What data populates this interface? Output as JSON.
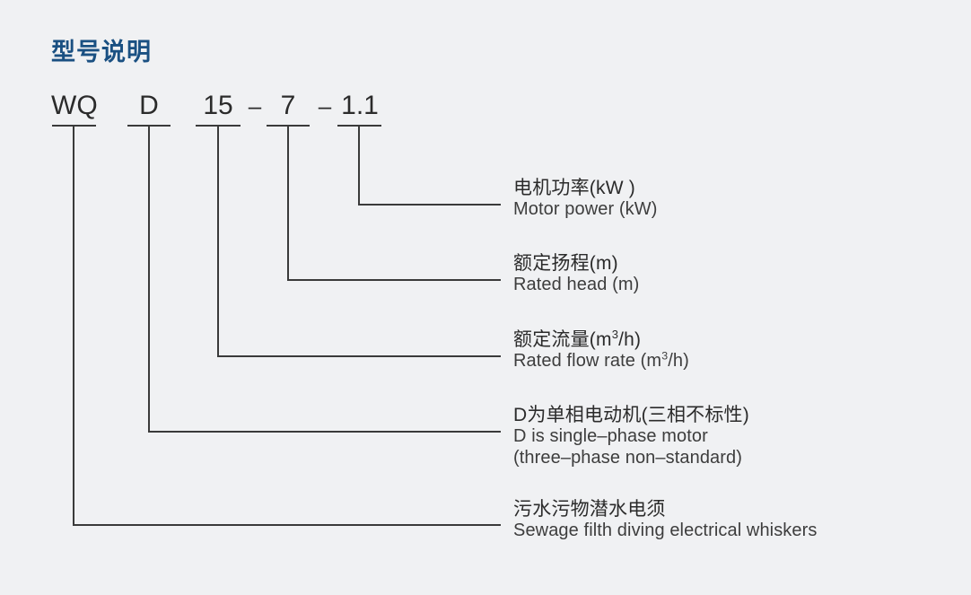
{
  "title": "型号说明",
  "colors": {
    "background": "#f0f1f3",
    "title": "#1a5082",
    "line": "#3a3a3a",
    "text": "#2b2b2b"
  },
  "model_code": {
    "full": "WQD 15 - 7 - 1.1",
    "segments": [
      {
        "text": "WQ",
        "underlined": true
      },
      {
        "text": "D",
        "underlined": true
      },
      {
        "text": "15",
        "underlined": true
      },
      {
        "text": "7",
        "underlined": true
      },
      {
        "text": "1.1",
        "underlined": true
      }
    ],
    "separators": [
      "–",
      "–"
    ]
  },
  "callouts": [
    {
      "key": "motor_power",
      "cn": "电机功率(kW )",
      "en_prefix": "Motor power (kW)",
      "en_lines": [
        "Motor power (kW)"
      ]
    },
    {
      "key": "rated_head",
      "cn": "额定扬程(m)",
      "en_lines": [
        "Rated head (m)"
      ]
    },
    {
      "key": "rated_flow",
      "cn_pre": "额定流量(m",
      "cn_sup": "3",
      "cn_post": "/h)",
      "en_pre": "Rated flow rate (m",
      "en_sup": "3",
      "en_post": "/h)"
    },
    {
      "key": "single_phase_motor",
      "cn": "D为单相电动机(三相不标性)",
      "en_lines": [
        "D is single–phase motor",
        "(three–phase non–standard)"
      ]
    },
    {
      "key": "sewage_pump",
      "cn": "污水污物潜水电须",
      "en_lines": [
        "Sewage filth diving electrical whiskers"
      ]
    }
  ]
}
